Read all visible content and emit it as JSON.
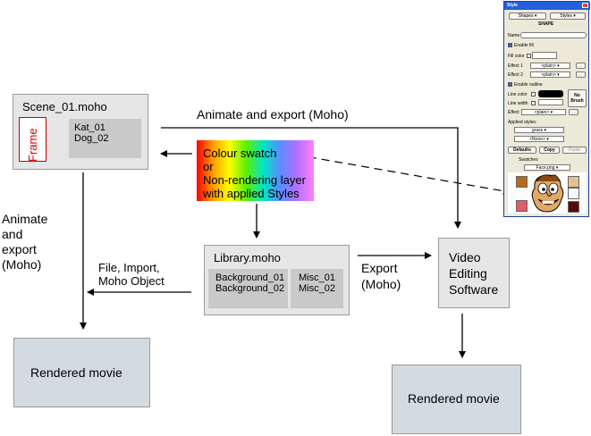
{
  "scene": {
    "title": "Scene_01.moho",
    "frame_label": "Frame",
    "layers": [
      "Kat_01",
      "Dog_02"
    ]
  },
  "swatch": {
    "line1": "Colour swatch",
    "line2": "or",
    "line3": "Non-rendering layer",
    "line4": "with applied Styles"
  },
  "library": {
    "title": "Library.moho",
    "backgrounds": [
      "Background_01",
      "Background_02"
    ],
    "misc": [
      "Misc_01",
      "Misc_02"
    ]
  },
  "video": {
    "line1": "Video",
    "line2": "Editing",
    "line3": "Software"
  },
  "rendered": {
    "left": "Rendered movie",
    "right": "Rendered movie"
  },
  "edges": {
    "animate_export_top": "Animate and export (Moho)",
    "animate_export_side": [
      "Animate",
      "and",
      "export",
      "(Moho)"
    ],
    "file_import": [
      "File, Import,",
      "Moho Object"
    ],
    "export_moho": [
      "Export",
      "(Moho)"
    ]
  },
  "style_panel": {
    "title": "Style",
    "shapes_btn": "Shapes",
    "styles_btn": "Styles",
    "section": "SHAPE",
    "name_label": "Name",
    "enable_fill": "Enable fill",
    "fill_color": "Fill color",
    "effect1": "Effect 1",
    "effect1_value": "<plain>",
    "effect2": "Effect 2",
    "effect2_value": "<plain>",
    "dots": "...",
    "enable_outline": "Enable outline",
    "line_color": "Line color",
    "line_width": "Line width",
    "effect": "Effect",
    "effect_value": "<plain>",
    "no_brush": [
      "No",
      "Brush"
    ],
    "applied_styles": "Applied styles:",
    "style1": "grass",
    "style2": "<None>",
    "defaults_btn": "Defaults",
    "copy_btn": "Copy",
    "paste_btn": "Paste",
    "swatches_label": "Swatches",
    "swatch_file": "Face.png",
    "colors": {
      "brown": "#b56a1e",
      "tan": "#e6c28a",
      "white": "#f8f8f8",
      "pink": "#e65a66",
      "darkred": "#5a0a0a",
      "line": "#000000"
    }
  }
}
